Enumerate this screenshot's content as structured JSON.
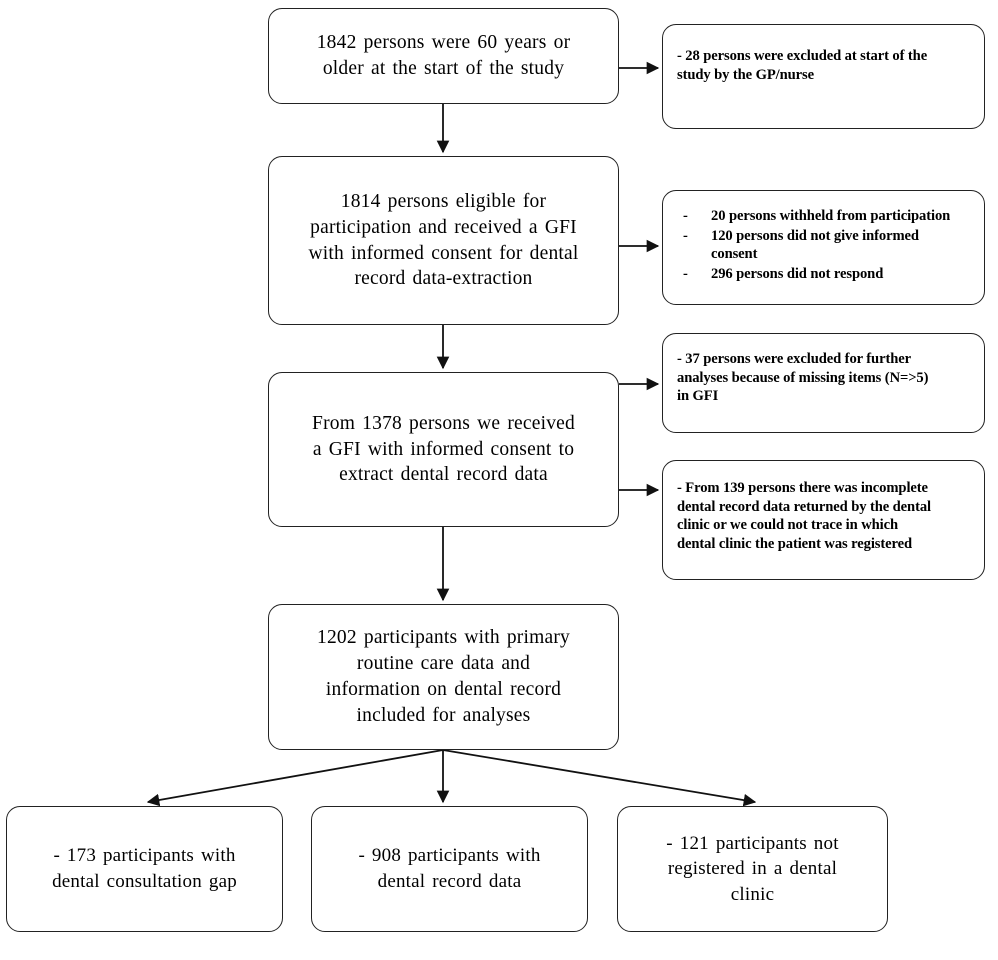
{
  "diagram": {
    "type": "flowchart",
    "title": "Study participant flow diagram",
    "orientation": "top-to-bottom"
  },
  "main_boxes": [
    {
      "id": "enrolled",
      "lines": [
        "1842 persons were 60 years or",
        "older at the start of the study"
      ]
    },
    {
      "id": "eligible",
      "lines": [
        "1814 persons eligible  for",
        "participation  and received  a GFI",
        "with informed  consent for dental",
        "record data-extraction"
      ]
    },
    {
      "id": "received-gfi",
      "lines": [
        "From 1378 persons we received",
        "a GFI with informed  consent to",
        "extract  dental  record data"
      ]
    },
    {
      "id": "analysed",
      "lines": [
        "1202 participants  with primary",
        "routine  care data and",
        "information  on dental  record",
        "included  for analyses"
      ]
    }
  ],
  "side_boxes": [
    {
      "id": "excluded-by-gp",
      "style": "paragraph",
      "lines": [
        "- 28 persons were excluded  at start of the",
        "study by the GP/nurse"
      ]
    },
    {
      "id": "non-participation",
      "style": "bullets",
      "dash": "-",
      "items": [
        [
          "20 persons withheld from participation"
        ],
        [
          "120 persons did not give  informed",
          "consent"
        ],
        [
          "296 persons did not respond"
        ]
      ]
    },
    {
      "id": "missing-items",
      "style": "paragraph",
      "lines": [
        "- 37 persons were excluded  for further",
        "analyses because of missing items (N=>5)",
        "in GFI"
      ]
    },
    {
      "id": "incomplete-records",
      "style": "paragraph",
      "lines": [
        "- From 139 persons there was incomplete",
        "dental record  data returned by the dental",
        "clinic  or we could not trace in which",
        "dental clinic  the patient was registered"
      ]
    }
  ],
  "terminal_boxes": [
    {
      "id": "consultation-gap",
      "lines": [
        "- 173 participants  with",
        "dental  consultation  gap"
      ]
    },
    {
      "id": "dental-record-data",
      "lines": [
        "- 908 participants  with",
        "dental  record data"
      ]
    },
    {
      "id": "not-registered",
      "lines": [
        "- 121 participants  not",
        "registered  in a dental",
        "clinic"
      ]
    }
  ],
  "colors": {
    "stroke": "#222222",
    "background": "#ffffff",
    "text": "#000000"
  }
}
